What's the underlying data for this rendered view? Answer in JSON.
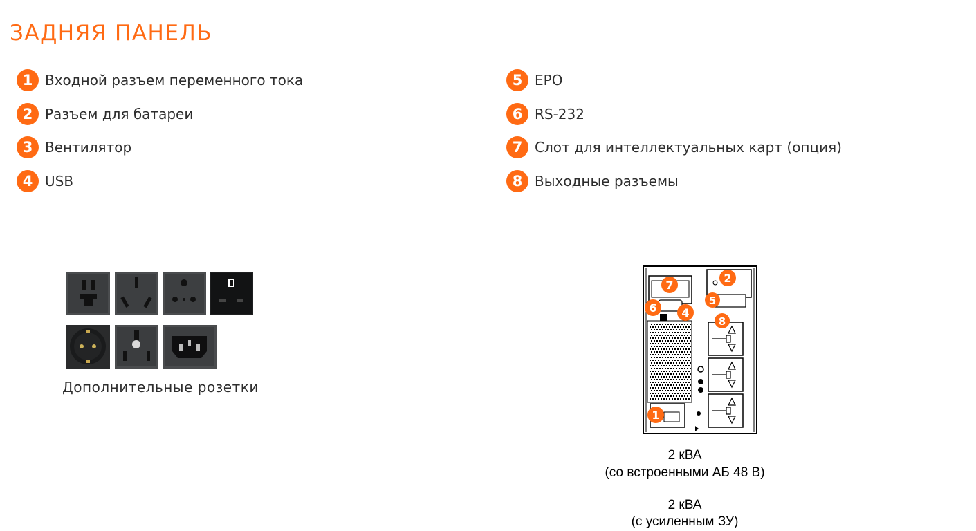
{
  "title": "ЗАДНЯЯ ПАНЕЛЬ",
  "accent_color": "#ff6a13",
  "legend_left": [
    {
      "num": "1",
      "label": "Входной разъем переменного тока"
    },
    {
      "num": "2",
      "label": "Разъем для батареи"
    },
    {
      "num": "3",
      "label": "Вентилятор"
    },
    {
      "num": "4",
      "label": "USB"
    }
  ],
  "legend_right": [
    {
      "num": "5",
      "label": "EPO"
    },
    {
      "num": "6",
      "label": "RS-232"
    },
    {
      "num": "7",
      "label": "Слот для интеллектуальных карт (опция)"
    },
    {
      "num": "8",
      "label": "Выходные разъемы"
    }
  ],
  "sockets_caption": "Дополнительные розетки",
  "ups_markers": [
    "1",
    "2",
    "4",
    "5",
    "6",
    "7",
    "8"
  ],
  "captions": {
    "model_a_power": "2 кВА",
    "model_a_note": "(со встроенными АБ 48 В)",
    "model_b_power": "2 кВА",
    "model_b_note": "(с усиленным ЗУ)"
  }
}
